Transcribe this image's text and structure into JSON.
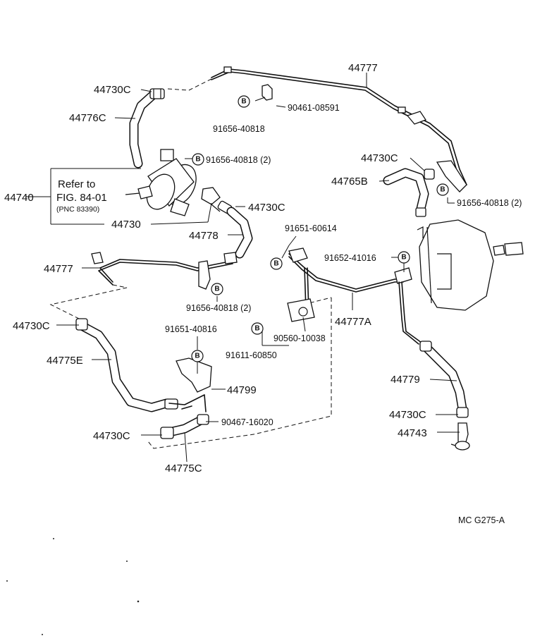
{
  "labels": {
    "p44777_top": "44777",
    "p44730c_1": "44730C",
    "p90461": "90461-08591",
    "p44776c": "44776C",
    "p91656_1": "91656-40818",
    "p91656_2": "91656-40818 (2)",
    "p44730c_2": "44730C",
    "p44765b": "44765B",
    "p91656_3": "91656-40818 (2)",
    "p44740": "44740",
    "refer_to": "Refer to",
    "fig": "FIG. 84-01",
    "pnc": "(PNC 83390)",
    "p44730c_3": "44730C",
    "p44730": "44730",
    "p44778": "44778",
    "p91651_60614": "91651-60614",
    "p91652": "91652-41016",
    "p44777_left": "44777",
    "p91656_4": "91656-40818 (2)",
    "p44777a": "44777A",
    "p44730c_4": "44730C",
    "p91651_40816": "91651-40816",
    "p90560": "90560-10038",
    "p91611": "91611-60850",
    "p44775e": "44775E",
    "p44799": "44799",
    "p44779": "44779",
    "p44730c_5": "44730C",
    "p44743": "44743",
    "p90467": "90467-16020",
    "p44730c_6": "44730C",
    "p44775c": "44775C",
    "figure_code": "MC  G275-A"
  },
  "badge_letter": "B"
}
